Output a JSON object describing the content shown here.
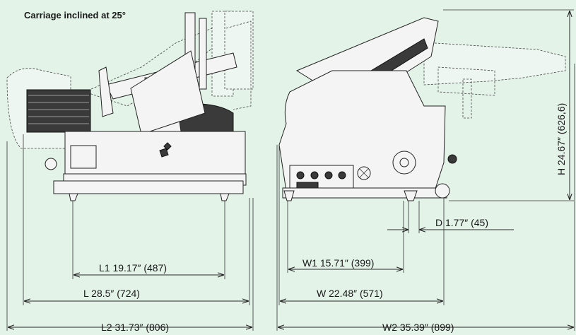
{
  "caption": "Carriage inclined at 25°",
  "dimensions": {
    "l1": "L1  19.17″  (487)",
    "l": "L  28.5″  (724)",
    "l2": "L2  31.73″  (806)",
    "w1": "W1  15.71″  (399)",
    "w": "W  22.48″  (571)",
    "w2": "W2  35.39″  (899)",
    "d": "D  1.77″  (45)",
    "h": "H  24.67″  (626,6)"
  }
}
